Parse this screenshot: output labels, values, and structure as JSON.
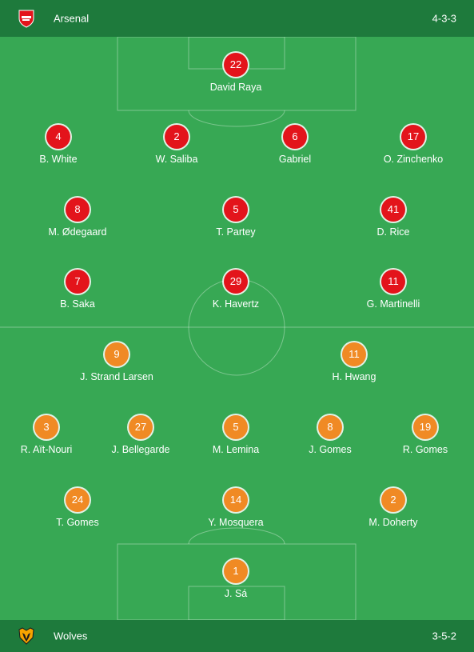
{
  "home": {
    "name": "Arsenal",
    "formation": "4-3-3",
    "crest_icon": "arsenal-crest-icon",
    "color": "#e3141b",
    "players": [
      {
        "number": "22",
        "name": "David Raya"
      },
      {
        "number": "4",
        "name": "B. White"
      },
      {
        "number": "2",
        "name": "W. Saliba"
      },
      {
        "number": "6",
        "name": "Gabriel"
      },
      {
        "number": "17",
        "name": "O. Zinchenko"
      },
      {
        "number": "8",
        "name": "M. Ødegaard"
      },
      {
        "number": "5",
        "name": "T. Partey"
      },
      {
        "number": "41",
        "name": "D. Rice"
      },
      {
        "number": "7",
        "name": "B. Saka"
      },
      {
        "number": "29",
        "name": "K. Havertz"
      },
      {
        "number": "11",
        "name": "G. Martinelli"
      }
    ]
  },
  "away": {
    "name": "Wolves",
    "formation": "3-5-2",
    "crest_icon": "wolves-crest-icon",
    "color": "#f08a24",
    "players": [
      {
        "number": "9",
        "name": "J. Strand Larsen"
      },
      {
        "number": "11",
        "name": "H. Hwang"
      },
      {
        "number": "3",
        "name": "R. Aït-Nouri"
      },
      {
        "number": "27",
        "name": "J. Bellegarde"
      },
      {
        "number": "5",
        "name": "M. Lemina"
      },
      {
        "number": "8",
        "name": "J. Gomes"
      },
      {
        "number": "19",
        "name": "R. Gomes"
      },
      {
        "number": "24",
        "name": "T. Gomes"
      },
      {
        "number": "14",
        "name": "Y. Mosquera"
      },
      {
        "number": "2",
        "name": "M. Doherty"
      },
      {
        "number": "1",
        "name": "J. Sá"
      }
    ]
  },
  "pitch_color": "#37a854",
  "bar_color": "#1e7a3c"
}
